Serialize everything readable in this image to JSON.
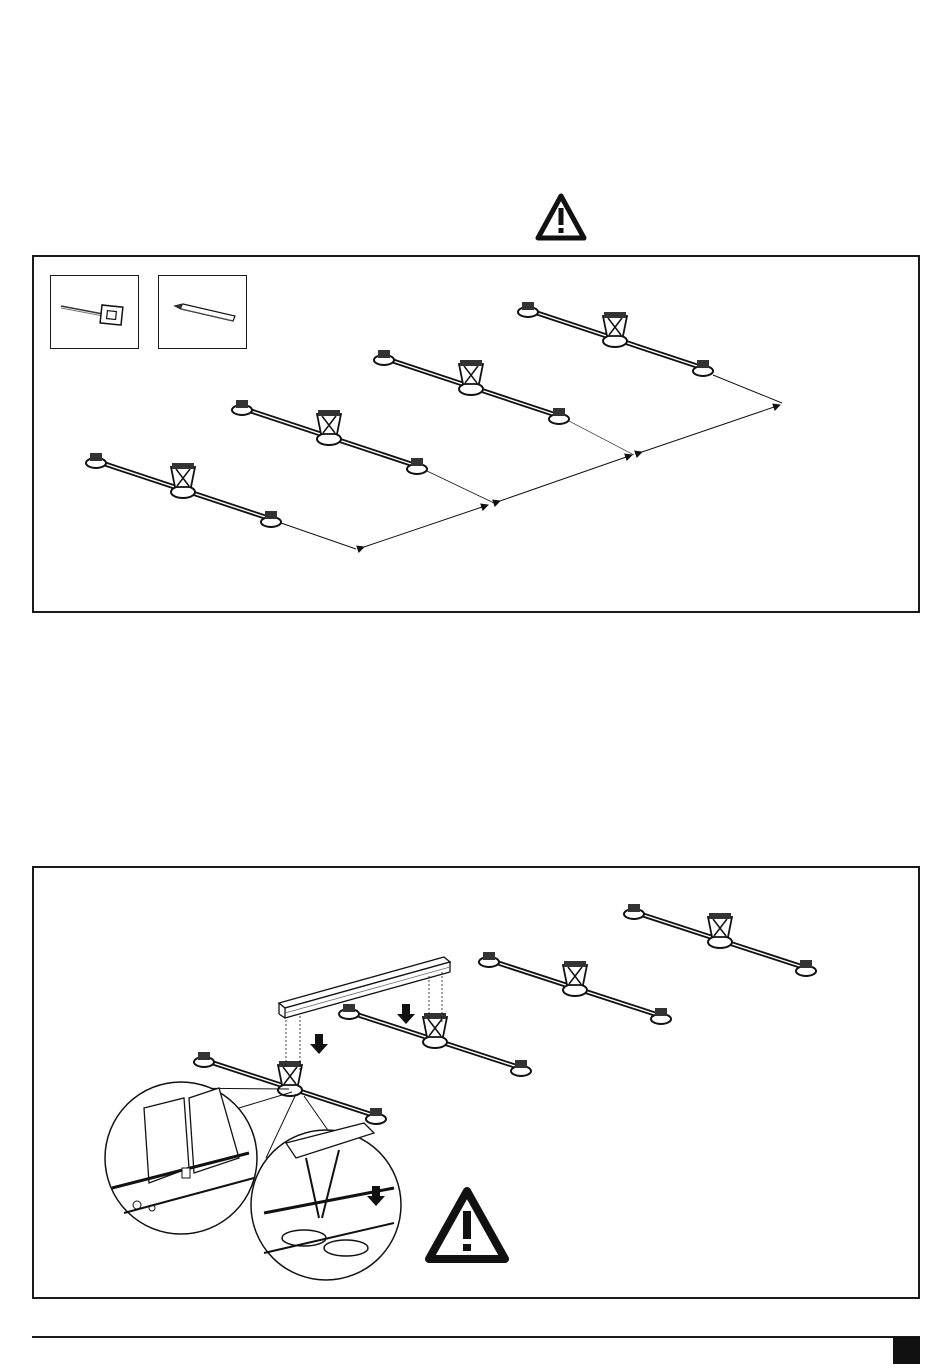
{
  "document": {
    "type": "assembly-instructions-page",
    "colors": {
      "ink": "#111111",
      "paper": "#ffffff"
    }
  },
  "step1": {
    "warning_icon": "warning-triangle-icon",
    "tools": [
      {
        "icon": "tape-measure-icon"
      },
      {
        "icon": "pencil-icon"
      }
    ],
    "frame_count": 4
  },
  "step2": {
    "warning_icon": "warning-triangle-icon",
    "frame_count": 4,
    "detail_callouts": 2
  }
}
